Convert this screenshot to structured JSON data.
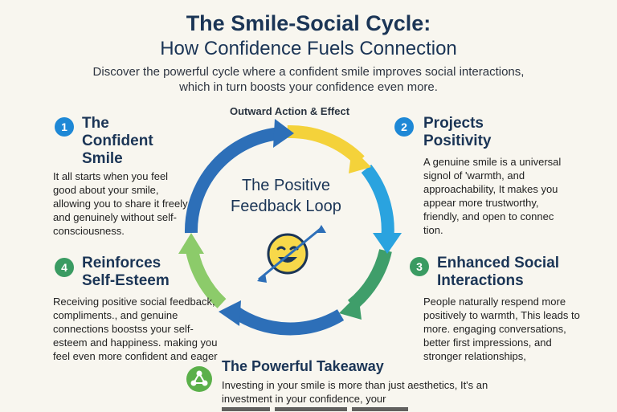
{
  "header": {
    "title": "The Smile-Social Cycle:",
    "subtitle": "How Confidence Fuels Connection",
    "intro": "Discover the powerful cycle where a confident smile improves social interactions, which in turn boosts your confidence even more."
  },
  "cycle": {
    "top_label": "Outward Action & Effect",
    "center_label": "The Positive Feedback Loop",
    "icon": "smiley-face-icon",
    "colors": {
      "blue_dark": "#2d6fb8",
      "blue_light": "#2aa3df",
      "yellow": "#f4d23a",
      "green": "#3f9e6a",
      "light_green": "#8ccb6a"
    }
  },
  "steps": [
    {
      "number": "1",
      "title": "The Confident Smile",
      "body": "It all starts when you feel good about your smile, allowing you to share it freely and genuinely without self-consciousness.",
      "badge_color": "#1e88d6"
    },
    {
      "number": "2",
      "title": "Projects Positivity",
      "body": "A genuine smile is a universal signol of 'warmth, and approachability, It makes you appear more trustworthy, friendly, and open to connec tion.",
      "badge_color": "#1e88d6"
    },
    {
      "number": "3",
      "title": "Enhanced Social Interactions",
      "body": "People naturally respend more positively to warmth, This leads to more. engaging conversations, better first impressions, and stronger relationships,",
      "badge_color": "#3a9b62"
    },
    {
      "number": "4",
      "title": "Reinforces Self-Esteem",
      "body": "Receiving positive social feedback, compliments., and genuine connections boostss your self-esteem and happiness. making you feel even more confident and eager",
      "badge_color": "#3a9b62"
    }
  ],
  "takeaway": {
    "icon": "network-nodes-icon",
    "title": "The Powerful Takeaway",
    "body": "Investing in your smile is more than just aesthetics, It's an investment in your confidence, your"
  }
}
